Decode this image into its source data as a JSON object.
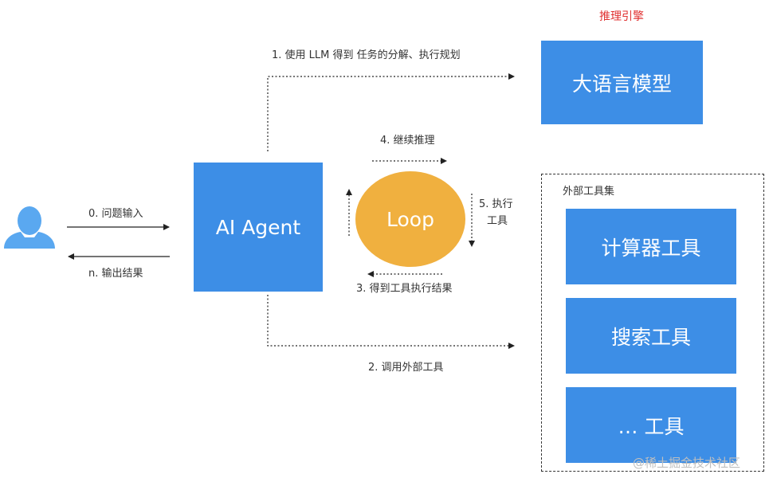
{
  "engine_label": "推理引擎",
  "boxes": {
    "llm": "大语言模型",
    "agent": "AI Agent",
    "loop": "Loop",
    "calculator": "计算器工具",
    "search": "搜索工具",
    "more_tools": "… 工具"
  },
  "tools_group_title": "外部工具集",
  "edges": {
    "step1": "1. 使用 LLM 得到 任务的分解、执行规划",
    "step0": "0. 问题输入",
    "step_n": "n. 输出结果",
    "step4": "4. 继续推理",
    "step5_line1": "5. 执行",
    "step5_line2": "工具",
    "step3": "3. 得到工具执行结果",
    "step2": "2. 调用外部工具"
  },
  "watermark": "@稀土掘金技术社区",
  "colors": {
    "box_blue": "#3d8ee6",
    "loop_orange": "#f0b03f",
    "user_blue": "#5aa8f0",
    "accent_red": "#e03131"
  },
  "icons": {
    "user": "user-silhouette-icon"
  }
}
